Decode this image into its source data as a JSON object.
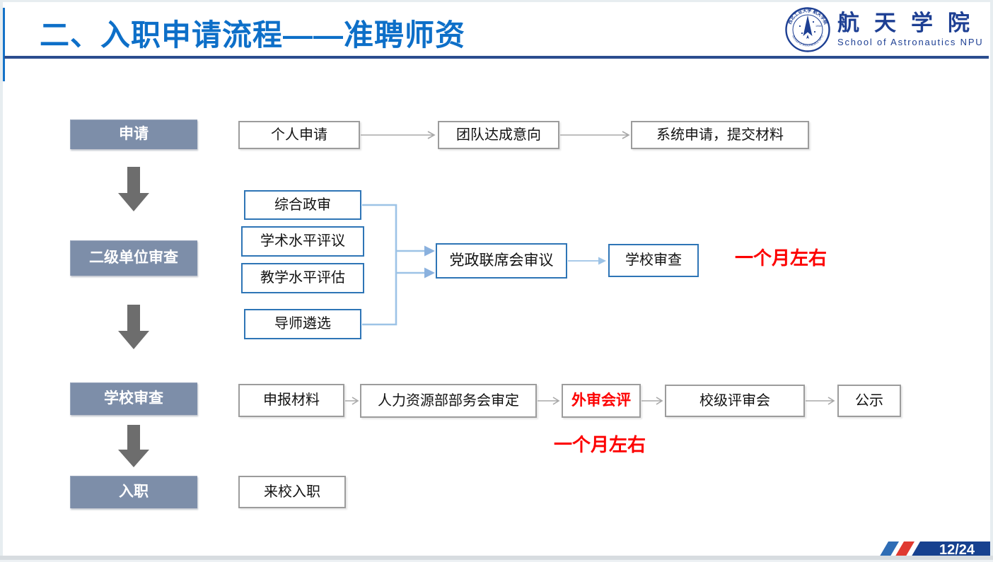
{
  "header": {
    "title": "二、入职申请流程——准聘师资",
    "logo": {
      "cn_name": "航天学院",
      "en_name": "School of Astronautics NPU",
      "ring_text_cn": "西北工业大学 航天学院",
      "ring_text_en": "School of Astronautics NPU",
      "year": "1958"
    }
  },
  "flow": {
    "stages": [
      {
        "label": "申请"
      },
      {
        "label": "二级单位审查"
      },
      {
        "label": "学校审查"
      },
      {
        "label": "入职"
      }
    ],
    "row1_boxes": [
      "个人申请",
      "团队达成意向",
      "系统申请，提交材料"
    ],
    "row2": {
      "sub_items": [
        "综合政审",
        "学术水平评议",
        "教学水平评估",
        "导师遴选"
      ],
      "meeting": "党政联席会审议",
      "school_check": "学校审查",
      "duration_note": "一个月左右"
    },
    "row3_boxes": [
      "申报材料",
      "人力资源部部务会审定",
      "外审会评",
      "校级评审会",
      "公示"
    ],
    "row3_duration_note": "一个月左右",
    "row4_box": "来校入职"
  },
  "footer": {
    "page": "12/24"
  },
  "colors": {
    "title_blue": "#0d6fc8",
    "rule_navy": "#2b4d8f",
    "stage_gray": "#7d8ea9",
    "box_border_gray": "#9c9c9c",
    "box_border_blue": "#2e75b6",
    "connector_light_blue": "#9dc3e6",
    "note_red": "#fd0000",
    "arrow_gray": "#a8a8a8",
    "block_arrow_gray": "#6d6d6d",
    "badge_navy": "#17418f",
    "badge_red": "#e03a31",
    "badge_blue": "#2f6db5",
    "logo_navy": "#1d3f93"
  }
}
